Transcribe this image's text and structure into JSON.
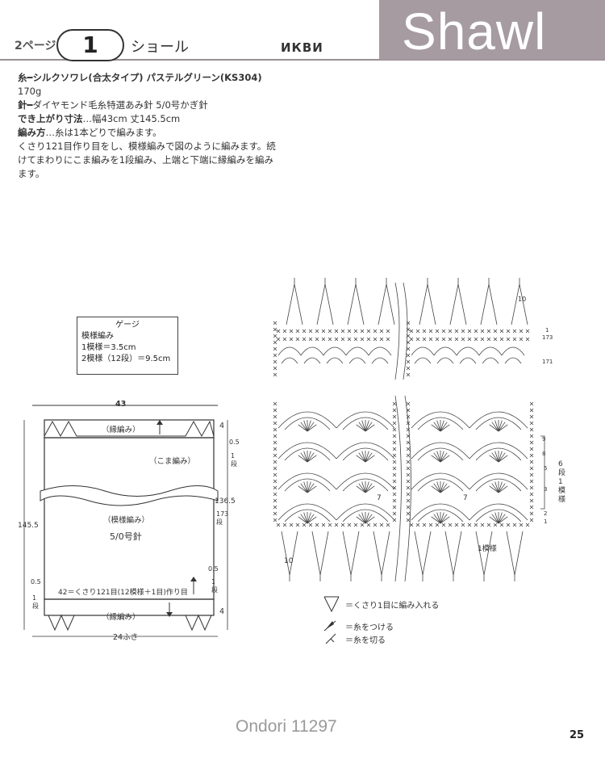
{
  "header": {
    "page_ref": "2ページ",
    "number": "1",
    "title_jp": "ショール",
    "watermark": "ИКВИ",
    "title_en": "Shawl"
  },
  "instructions": {
    "yarn_prefix": "糸",
    "yarn": "シルクソワレ(合太タイプ) パステルグリーン(KS304)",
    "amount": "170g",
    "needle_prefix": "針",
    "needle": "ダイヤモンド毛糸特選あみ針 5/0号かぎ針",
    "size_label": "でき上がり寸法",
    "size": "…幅43cm 丈145.5cm",
    "method_label": "編み方",
    "method_1": "…糸は1本どりで編みます。",
    "method_2": "くさり121目作り目をし、模様編みで図のように編みます。続",
    "method_3": "けてまわりにこま編みを1段編み、上端と下端に縁編みを編み",
    "method_4": "ます。"
  },
  "gauge": {
    "title": "ゲージ",
    "line1": "模様編み",
    "line2": "1模様＝3.5cm",
    "line3": "2模様（12段）＝9.5cm"
  },
  "schematic": {
    "width_top": "43",
    "edge_top": "（縁編み）",
    "single": "（こま編み）",
    "pattern": "（模様編み）",
    "needle": "5/0号針",
    "cast_on": "42＝くさり121目(12模様＋1目)作り目",
    "edge_bottom": "（縁編み）",
    "fringe": "24ふさ",
    "height_total": "145.5",
    "height_body": "136.5",
    "rows_body": "173段",
    "four_top": "4",
    "four_bottom": "4",
    "half_top": "0.5",
    "half_top_rows": "1段",
    "half_bottom": "0.5",
    "half_bottom_rows": "1段",
    "left_half": "0.5",
    "left_half_rows": "1段"
  },
  "chart": {
    "row_1": "1",
    "row_173": "173",
    "row_171": "171",
    "row_10": "10",
    "row_9": "9",
    "row_8": "8",
    "row_5": "5",
    "row_3": "3",
    "row_2": "2",
    "row_1b": "1",
    "repeat_rows": "6段1模様",
    "repeat_label": "1模様",
    "seven": "7",
    "ten": "10"
  },
  "legend": {
    "item1": "＝くさり1目に編み入れる",
    "item2": "＝糸をつける",
    "item3": "＝糸を切る"
  },
  "footer": {
    "watermark": "Ondori 11297",
    "page_number": "25"
  }
}
